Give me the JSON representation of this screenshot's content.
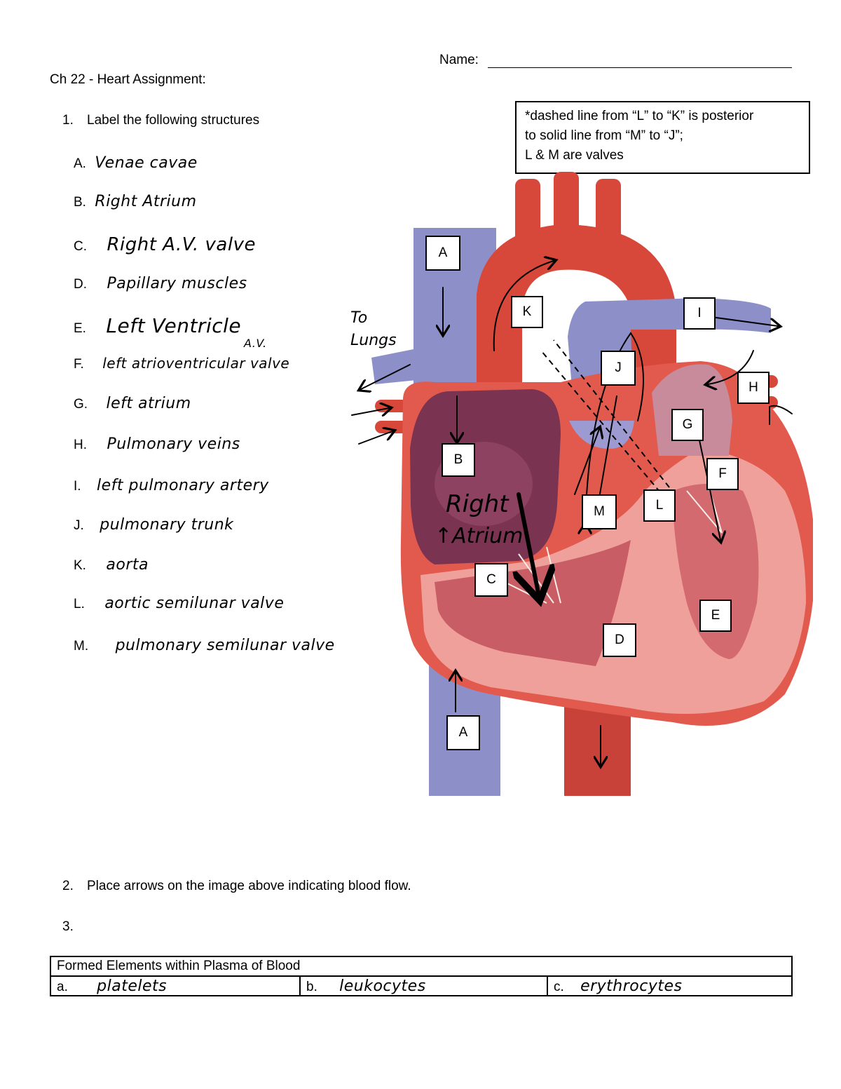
{
  "header": {
    "name_label": "Name:",
    "title": "Ch 22 - Heart Assignment:"
  },
  "q1": {
    "number": "1.",
    "prompt": "Label the following structures",
    "items": [
      {
        "letter": "A.",
        "answer": "Venae cavae"
      },
      {
        "letter": "B.",
        "answer": "Right Atrium"
      },
      {
        "letter": "C.",
        "answer": "Right A.V. valve"
      },
      {
        "letter": "D.",
        "answer": "Papillary muscles"
      },
      {
        "letter": "E.",
        "answer": "Left Ventricle"
      },
      {
        "letter": "F.",
        "answer": "left atrioventricular valve",
        "annotation": "A.V."
      },
      {
        "letter": "G.",
        "answer": "left atrium"
      },
      {
        "letter": "H.",
        "answer": "Pulmonary veins"
      },
      {
        "letter": "I.",
        "answer": "left pulmonary artery"
      },
      {
        "letter": "J.",
        "answer": "pulmonary trunk"
      },
      {
        "letter": "K.",
        "answer": "aorta"
      },
      {
        "letter": "L.",
        "answer": "aortic semilunar valve"
      },
      {
        "letter": "M.",
        "answer": "pulmonary semilunar valve"
      }
    ]
  },
  "note": {
    "line1": "*dashed line from “L” to “K” is posterior",
    "line2": "to solid line from “M” to “J”;",
    "line3": "L & M are valves"
  },
  "diagram": {
    "labels": [
      "A",
      "K",
      "I",
      "J",
      "H",
      "G",
      "B",
      "F",
      "L",
      "M",
      "C",
      "E",
      "D",
      "A"
    ],
    "handwritten": {
      "to_lungs_1": "To",
      "to_lungs_2": "Lungs",
      "right_atrium_1": "Right",
      "right_atrium_2": "↑Atrium"
    }
  },
  "q2": {
    "number": "2.",
    "text": "Place arrows on the image above indicating blood flow."
  },
  "q3": {
    "number": "3."
  },
  "table": {
    "header": "Formed Elements within Plasma of Blood",
    "cells": [
      {
        "letter": "a.",
        "answer": "platelets"
      },
      {
        "letter": "b.",
        "answer": "leukocytes"
      },
      {
        "letter": "c.",
        "answer": "erythrocytes"
      }
    ]
  },
  "colors": {
    "aorta_red": "#d8483a",
    "vein_blue": "#8d90c8",
    "myocardium_pink": "#f0a09a",
    "chamber_dark": "#7a3350"
  }
}
